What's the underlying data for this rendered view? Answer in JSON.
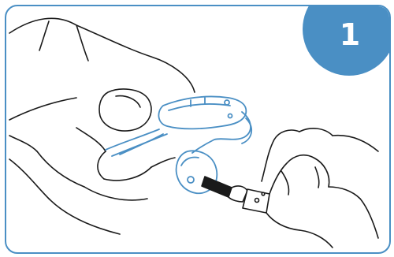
{
  "step": {
    "number": "1"
  },
  "colors": {
    "accent": "#4a8fc4",
    "line": "#1a1a1a",
    "device_outline": "#4a8fc4",
    "filter_block": "#1a1a1a"
  },
  "icons": {
    "badge": "step-number-circle",
    "illustration": "hand-holding-hearing-aid-and-filter-tool"
  }
}
